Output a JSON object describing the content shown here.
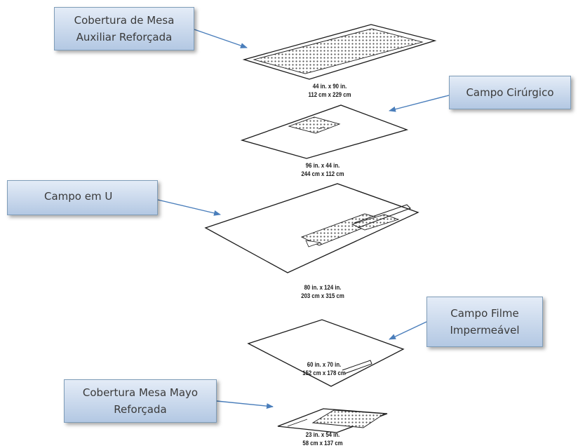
{
  "callouts": {
    "mesa_auxiliar": {
      "line1": "Cobertura de Mesa",
      "line2": "Auxiliar Reforçada"
    },
    "campo_cirurgico": {
      "line1": "Campo Cirúrgico"
    },
    "campo_u": {
      "line1": "Campo em U"
    },
    "campo_filme": {
      "line1": "Campo Filme",
      "line2": "Impermeável"
    },
    "mesa_mayo": {
      "line1": "Cobertura Mesa Mayo",
      "line2": "Reforçada"
    }
  },
  "dimensions": {
    "mesa_auxiliar": {
      "imperial": "44 in. x 90 in.",
      "metric": "112 cm x 229 cm"
    },
    "campo_cirurgico": {
      "imperial": "96 in. x 44 in.",
      "metric": "244 cm x 112 cm"
    },
    "campo_u": {
      "imperial": "80 in. x 124 in.",
      "metric": "203 cm x 315 cm"
    },
    "campo_filme": {
      "imperial": "60 in. x 70 in.",
      "metric": "152 cm x 178 cm"
    },
    "mesa_mayo": {
      "imperial": "23 in. x 54 in.",
      "metric": "58 cm x 137 cm"
    }
  },
  "colors": {
    "callout_border": "#7f9db9",
    "callout_gradient_top": "#e4ecf7",
    "callout_gradient_bottom": "#b3c8e3",
    "arrow": "#4a7ebb",
    "outline": "#1a1a1a"
  }
}
